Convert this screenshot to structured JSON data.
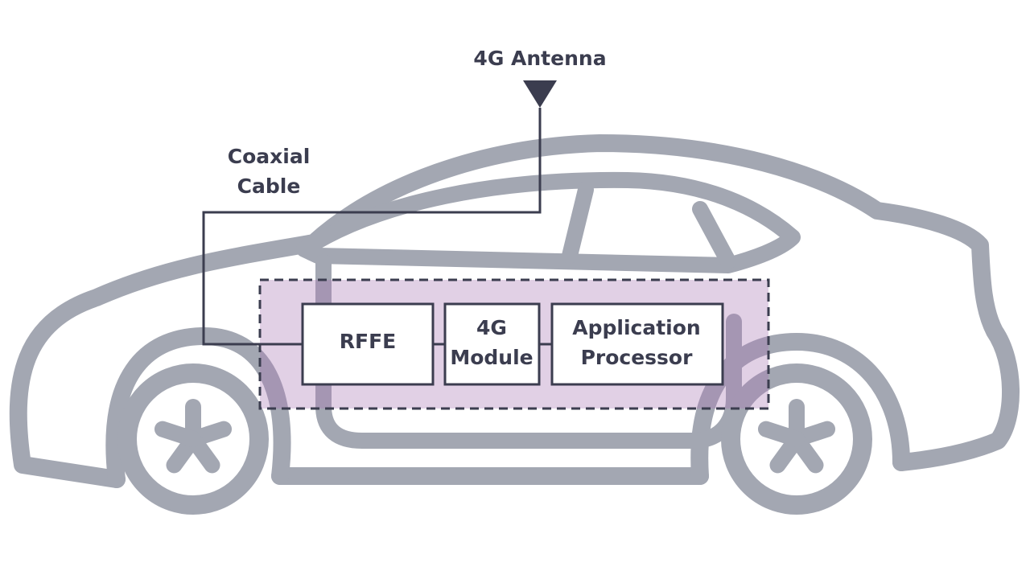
{
  "labels": {
    "antenna": "4G Antenna",
    "coax_line1": "Coaxial",
    "coax_line2": "Cable"
  },
  "blocks": {
    "rffe": {
      "line1": "RFFE"
    },
    "module": {
      "line1": "4G",
      "line2": "Module"
    },
    "processor": {
      "line1": "Application",
      "line2": "Processor"
    }
  },
  "colors": {
    "car_outline": "#a3a7b2",
    "ink": "#3b3d4f",
    "region_fill": "#c8a9cf"
  }
}
